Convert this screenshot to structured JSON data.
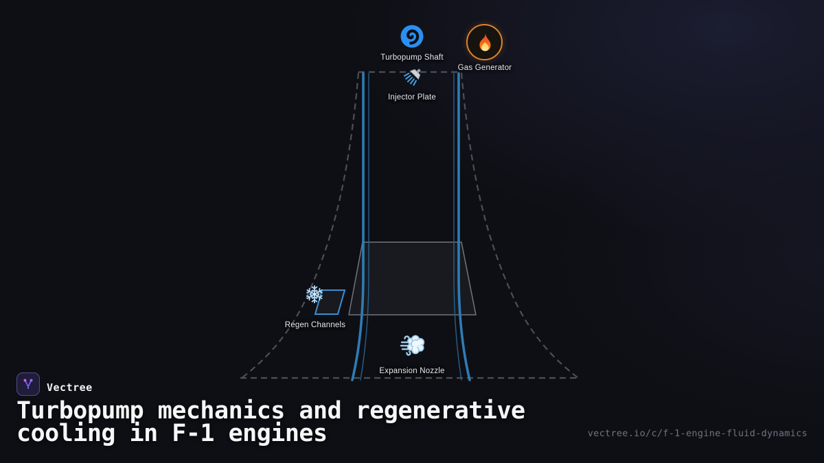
{
  "brand": {
    "name": "Vectree",
    "logo_icon": "vector-branch-icon",
    "logo_accent": "#a06ef5"
  },
  "title": {
    "line1": "Turbopump mechanics and regenerative",
    "line2": "cooling in F-1 engines"
  },
  "link": {
    "url": "vectree.io/c/f-1-engine-fluid-dynamics"
  },
  "diagram": {
    "subject": "F-1 rocket engine cutaway",
    "nodes": [
      {
        "label": "Turbopump Shaft",
        "icon": "cyclone-icon"
      },
      {
        "label": "Gas Generator",
        "icon": "fire-icon"
      },
      {
        "label": "Injector Plate",
        "icon": "shower-icon"
      },
      {
        "label": "Regen Channels",
        "icon": "snowflake-icon"
      },
      {
        "label": "Expansion Nozzle",
        "icon": "wind-puff-icon"
      }
    ],
    "colors": {
      "nozzle_wall_blue": "#2f7cb5",
      "nozzle_wall_inner_blue": "#26618d",
      "outline_dash_gray": "#4d4f55",
      "gas_generator_ring_orange": "#e0832c",
      "regen_channel_stroke": "#3d8fd4",
      "chamber_outline": "rgba(190,196,204,0.55)"
    }
  }
}
